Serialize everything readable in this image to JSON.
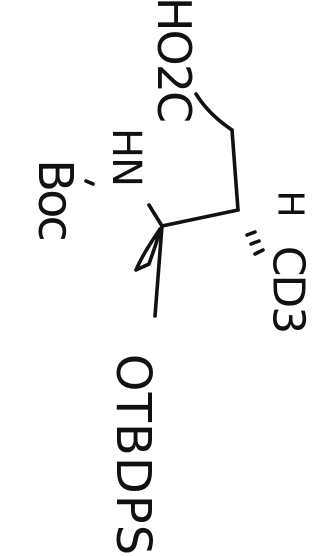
{
  "diagram": {
    "labels": {
      "co2h": "HO2C",
      "nh": "HN",
      "boc": "Boc",
      "h": "H",
      "cd3": "CD3",
      "otbdps": "OTBDPS"
    },
    "colors": {
      "ink": "#111111",
      "background": "#ffffff"
    }
  }
}
